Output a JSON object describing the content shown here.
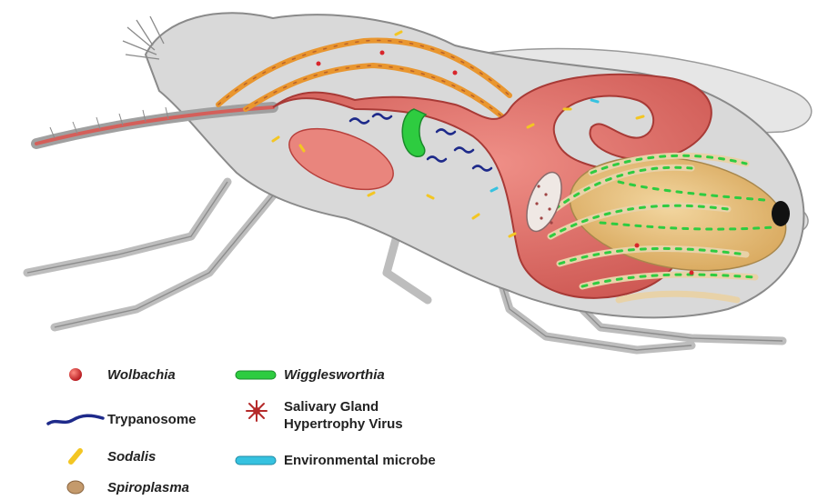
{
  "legend": {
    "wolbachia": "Wolbachia",
    "trypanosome": "Trypanosome",
    "sodalis": "Sodalis",
    "spiroplasma": "Spiroplasma",
    "wigglesworthia": "Wigglesworthia",
    "sghv_line1": "Salivary Gland",
    "sghv_line2": "Hypertrophy Virus",
    "environmental": "Environmental microbe"
  },
  "colors": {
    "fly_body": "#d9d9d9",
    "fly_outline": "#8a8a8a",
    "gut": "#e2766f",
    "gut_dark": "#b8403c",
    "salivary_gland": "#e9962f",
    "bacteriome": "#e8c587",
    "wolbachia": "#d8252b",
    "trypanosome": "#1e2a8a",
    "sodalis": "#f3c623",
    "spiroplasma": "#c49a6c",
    "wigglesworthia": "#2ecc40",
    "sghv": "#b52a2a",
    "environmental": "#36c2e0"
  },
  "icons": {
    "wolbachia": "red-sphere-icon",
    "trypanosome": "blue-wavy-parasite-icon",
    "sodalis": "yellow-rod-icon",
    "spiroplasma": "tan-oval-icon",
    "wigglesworthia": "green-rod-icon",
    "sghv": "red-star-virus-icon",
    "environmental": "cyan-rod-icon"
  }
}
